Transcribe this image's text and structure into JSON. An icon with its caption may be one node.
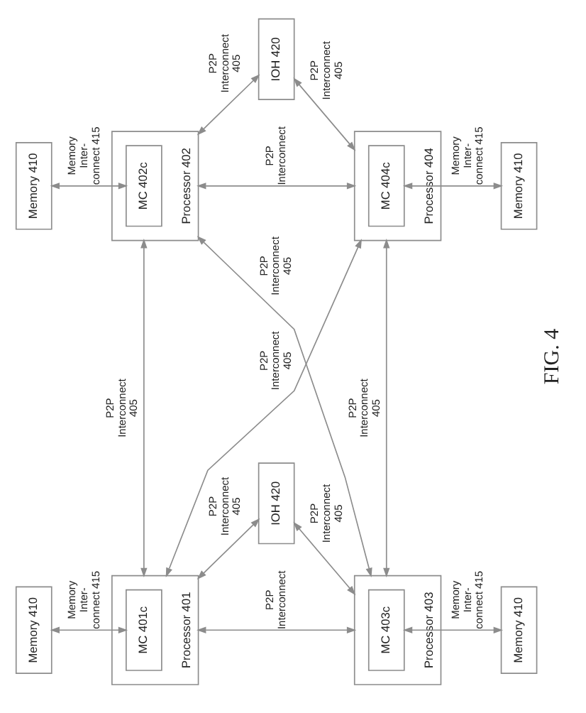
{
  "diagram": {
    "caption": "FIG. 4",
    "nodes": [
      {
        "text": [
          "Memory 410"
        ]
      },
      {
        "text": [
          "Processor 401"
        ]
      },
      {
        "text": [
          "MC 401c"
        ],
        "in": 1
      },
      {
        "text": [
          "Processor 402"
        ]
      },
      {
        "text": [
          "MC 402c"
        ],
        "in": 3
      },
      {
        "text": [
          "Memory 410"
        ]
      },
      {
        "text": [
          "IOH 420"
        ]
      },
      {
        "text": [
          "IOH 420"
        ]
      },
      {
        "text": [
          "Memory 410"
        ]
      },
      {
        "text": [
          "Processor 403"
        ]
      },
      {
        "text": [
          "MC 403c"
        ],
        "in": 9
      },
      {
        "text": [
          "Processor 404"
        ]
      },
      {
        "text": [
          "MC 404c"
        ],
        "in": 11
      },
      {
        "text": [
          "Memory 410"
        ]
      }
    ],
    "edges": [
      {
        "from": 1,
        "to": 9,
        "arrow": "both",
        "label": "P2P Interconnect"
      },
      {
        "from": 1,
        "to": 6,
        "arrow": "both",
        "label": "P2P Interconnect 405"
      },
      {
        "from": 1,
        "to": 11,
        "arrow": "both",
        "label": "P2P Interconnect 405"
      },
      {
        "from": 1,
        "to": 3,
        "arrow": "both",
        "label": "P2P Interconnect 405"
      },
      {
        "from": 3,
        "to": 9,
        "arrow": "both",
        "label": "P2P Interconnect 405"
      },
      {
        "from": 3,
        "to": 11,
        "arrow": "both",
        "label": "P2P Interconnect"
      },
      {
        "from": 3,
        "to": 7,
        "arrow": "both",
        "label": "P2P Interconnect 405"
      },
      {
        "from": 6,
        "to": 9,
        "arrow": "both",
        "label": "P2P Interconnect 405"
      },
      {
        "from": 7,
        "to": 11,
        "arrow": "both",
        "label": "P2P Interconnect 405"
      },
      {
        "from": 9,
        "to": 11,
        "arrow": "both",
        "label": "P2P Interconnect 405"
      },
      {
        "from": 0,
        "to": 2,
        "arrow": "both",
        "label": "Memory Inter- connect 415"
      },
      {
        "from": 5,
        "to": 4,
        "arrow": "both",
        "label": "Memory Inter- connect 415"
      },
      {
        "from": 10,
        "to": 8,
        "arrow": "both",
        "label": "Memory Inter- connect 415"
      },
      {
        "from": 12,
        "to": 13,
        "arrow": "both",
        "label": "Memory Inter- connect 415"
      }
    ]
  }
}
